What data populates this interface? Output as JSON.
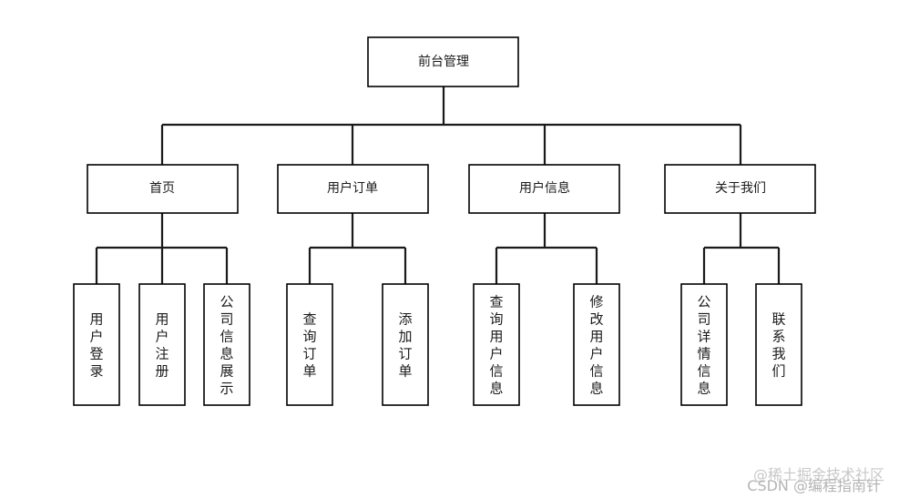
{
  "root": {
    "label": "前台管理"
  },
  "sections": [
    {
      "label": "首页",
      "children": [
        "用户登录",
        "用户注册",
        "公司信息展示"
      ]
    },
    {
      "label": "用户订单",
      "children": [
        "查询订单",
        "添加订单"
      ]
    },
    {
      "label": "用户信息",
      "children": [
        "查询用户信息",
        "修改用户信息"
      ]
    },
    {
      "label": "关于我们",
      "children": [
        "公司详情信息",
        "联系我们"
      ]
    }
  ],
  "watermark": {
    "line1": "@稀土掘金技术社区",
    "line2": "CSDN @编程指南针"
  }
}
